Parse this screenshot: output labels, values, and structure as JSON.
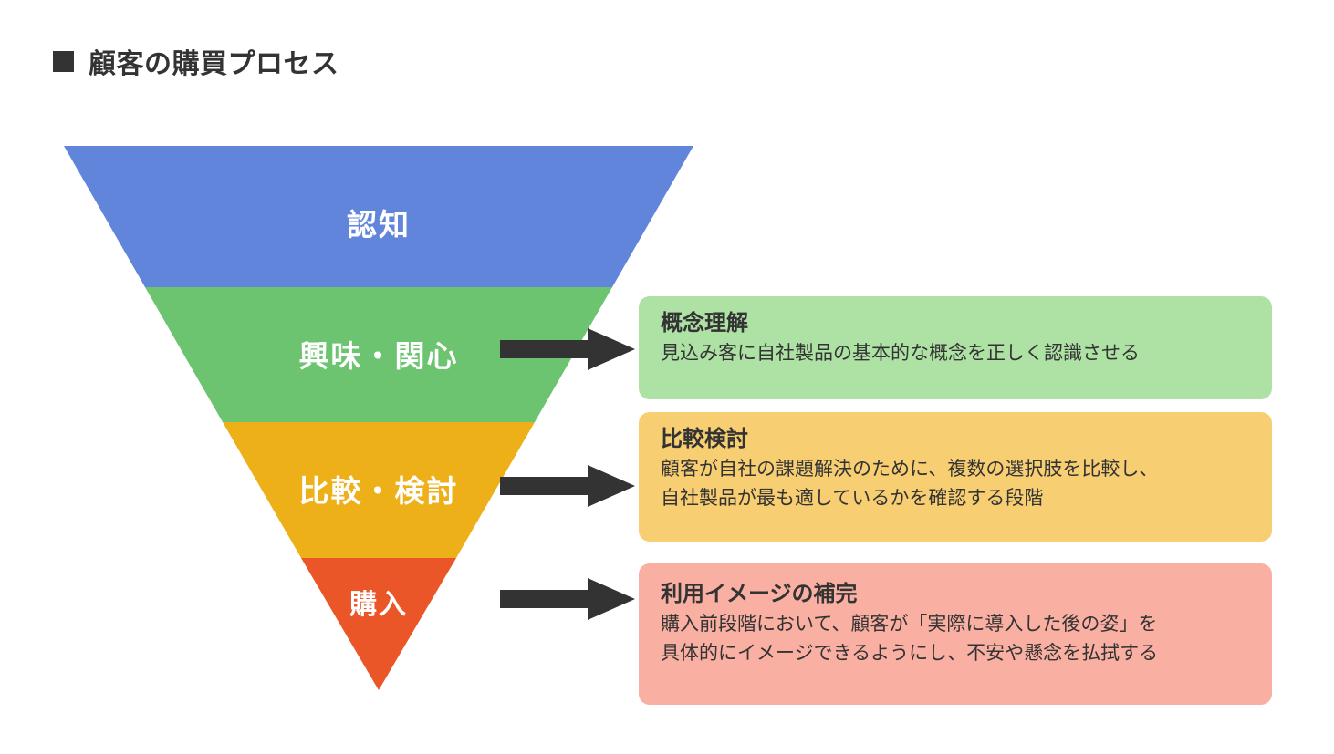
{
  "page": {
    "title": "顧客の購買プロセス",
    "bullet": "filled-square-marker",
    "background_color": "#ffffff",
    "text_color": "#333333"
  },
  "funnel": {
    "shape": "inverted-triangle",
    "stages": [
      {
        "label": "認知",
        "color": "#6285DC"
      },
      {
        "label": "興味・関心",
        "color": "#6CC470"
      },
      {
        "label": "比較・検討",
        "color": "#EDB019"
      },
      {
        "label": "購入",
        "color": "#EA5627"
      }
    ]
  },
  "arrows": [
    {
      "name": "arrow-to-concept",
      "color": "#333333"
    },
    {
      "name": "arrow-to-compare",
      "color": "#333333"
    },
    {
      "name": "arrow-to-imagine",
      "color": "#333333"
    }
  ],
  "cards": [
    {
      "heading": "概念理解",
      "color": "#AEE2A5",
      "lines": [
        "見込み客に自社製品の基本的な概念を正しく認識させる"
      ]
    },
    {
      "heading": "比較検討",
      "color": "#F8CE72",
      "lines": [
        "顧客が自社の課題解決のために、複数の選択肢を比較し、",
        "自社製品が最も適しているかを確認する段階"
      ]
    },
    {
      "heading": "利用イメージの補完",
      "color": "#F9AFA1",
      "lines": [
        "購入前段階において、顧客が「実際に導入した後の姿」を",
        "具体的にイメージできるようにし、不安や懸念を払拭する"
      ]
    }
  ]
}
